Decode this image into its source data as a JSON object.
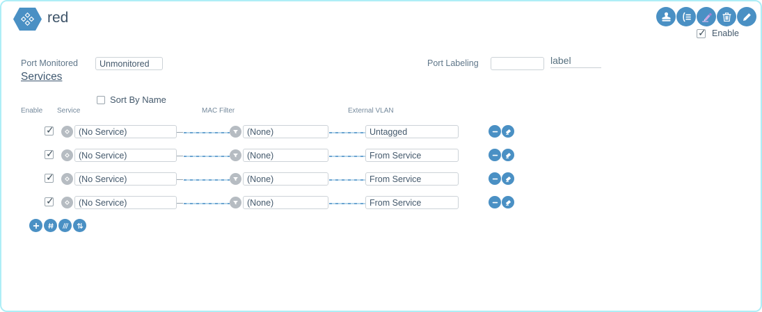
{
  "page": {
    "title": "red"
  },
  "header": {
    "badge_icon": "diamond-cluster-icon",
    "actions": [
      {
        "icon": "stamp-icon"
      },
      {
        "icon": "log-icon"
      },
      {
        "icon": "highlighter-icon"
      },
      {
        "icon": "trash-icon"
      },
      {
        "icon": "pencil-icon"
      }
    ],
    "enable_checkbox": {
      "label": "Enable",
      "checked": true
    }
  },
  "form": {
    "port_monitored": {
      "label": "Port Monitored",
      "value": "Unmonitored"
    },
    "port_labeling": {
      "label": "Port Labeling",
      "value": "",
      "secondary_value": "label"
    }
  },
  "services": {
    "heading": "Services",
    "sort_by_name": {
      "label": "Sort By Name",
      "checked": false
    },
    "columns": {
      "enable": "Enable",
      "service": "Service",
      "mac_filter": "MAC Filter",
      "external_vlan": "External VLAN"
    },
    "rows": [
      {
        "enabled": true,
        "service": "(No Service)",
        "mac_filter": "(None)",
        "external_vlan": "Untagged"
      },
      {
        "enabled": true,
        "service": "(No Service)",
        "mac_filter": "(None)",
        "external_vlan": "From Service"
      },
      {
        "enabled": true,
        "service": "(No Service)",
        "mac_filter": "(None)",
        "external_vlan": "From Service"
      },
      {
        "enabled": true,
        "service": "(No Service)",
        "mac_filter": "(None)",
        "external_vlan": "From Service"
      }
    ],
    "row_action_icons": [
      "minus-icon",
      "eraser-icon"
    ],
    "footer_action_icons": [
      "plus-icon",
      "hash-icon",
      "slashes-icon",
      "reorder-arrows-icon"
    ]
  },
  "colors": {
    "accent_blue": "#4a90c4",
    "border_cyan": "#aeeef6",
    "icon_gray": "#b6bcc2",
    "title_text": "#3d5368",
    "label_text": "#5f7689",
    "highlighter_purple": "#a87fd0"
  }
}
